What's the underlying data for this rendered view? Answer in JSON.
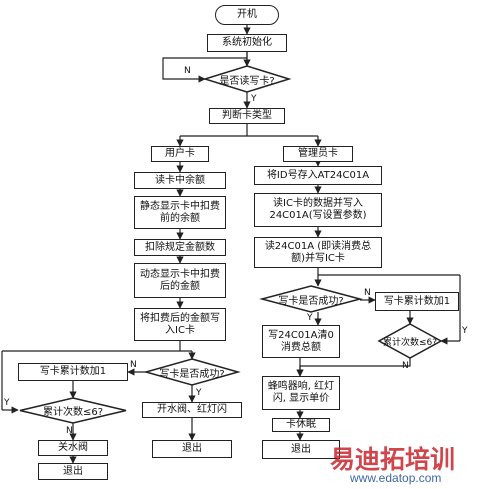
{
  "nodes": {
    "start": "开机",
    "init": "系统初始化",
    "read_card": "是否读写卡?",
    "judge_type": "判断卡类型",
    "user_card": "用户卡",
    "admin_card": "管理员卡",
    "read_balance": "读卡中余额",
    "static_show": "静态显示卡中扣费前的余额",
    "deduct": "扣除规定金额数",
    "dynamic_show": "动态显示卡中扣费后的金额",
    "write_back": "将扣费后的金额写入IC卡",
    "write_ok_left": "写卡是否成功?",
    "add_count_left": "写卡累计数加1",
    "count_le6_left": "累计次数≤6?",
    "close_valve": "关水阀",
    "exit_left": "退出",
    "open_valve": "开水阀、红灯闪",
    "exit_mid": "退出",
    "store_id": "将ID号存入AT24C01A",
    "read_ic_write": "读IC卡的数据并写入24C01A(写设置参数)",
    "read_24c": "读24C01A (即读消费总额)并写IC卡",
    "write_ok_right": "写卡是否成功?",
    "add_count_right": "写卡累计数加1",
    "count_le6_right": "累计次数≤6?",
    "clear_total": "写24C01A清0消费总额",
    "buzzer": "蜂鸣器响, 红灯闪, 显示单价",
    "card_end": "卡休眠",
    "exit_right": "退出"
  },
  "edge_labels": {
    "yes": "Y",
    "no": "N"
  },
  "watermark": {
    "main": "易迪拓培训",
    "url": "www.edatop.com"
  }
}
